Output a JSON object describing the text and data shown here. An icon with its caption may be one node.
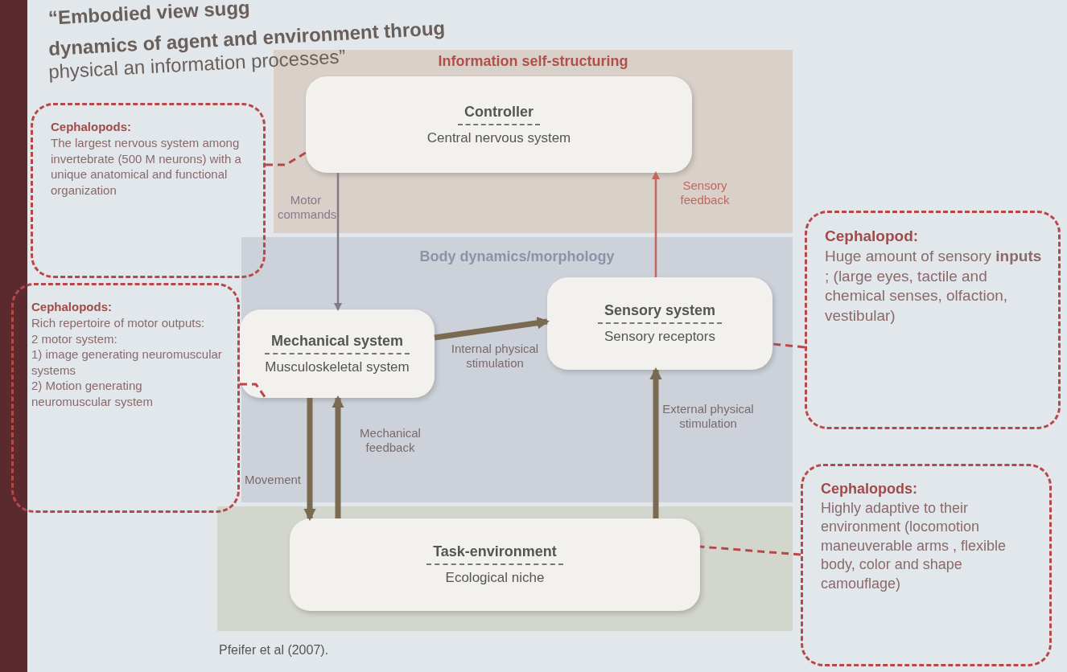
{
  "diagram": {
    "caption": "Pfeifer et al (2007).",
    "nodes": [
      {
        "text": [
          "Information self-structuring"
        ]
      },
      {
        "text": [
          "Controller",
          "Central nervous system"
        ],
        "in": 0
      },
      {
        "text": [
          "Body dynamics/morphology"
        ]
      },
      {
        "text": [
          "Mechanical system",
          "Musculoskeletal system"
        ],
        "in": 2
      },
      {
        "text": [
          "Sensory system",
          "Sensory receptors"
        ],
        "in": 2
      },
      {
        "text": [],
        "shape": "box"
      },
      {
        "text": [
          "Task-environment",
          "Ecological niche"
        ],
        "in": 5
      },
      {
        "text": [
          "Cephalopods:",
          "The largest nervous system among invertebrate (500 M neurons) with a unique anatomical and functional organization"
        ]
      },
      {
        "text": [
          "Cephalopods:",
          "Rich repertoire of motor outputs:",
          "2 motor system:",
          "1) image generating neuromuscular systems",
          "2) Motion generating neuromuscular system"
        ]
      },
      {
        "text": [
          "Cephalopod:",
          "Huge amount of sensory **inputs** ; (large eyes, tactile and chemical senses, olfaction, vestibular)"
        ]
      },
      {
        "text": [
          "Cephalopods:",
          "Highly adaptive to their environment (locomotion maneuverable arms , flexible body, color and shape camouflage)"
        ]
      }
    ],
    "edges": [
      {
        "from": 1,
        "to": 3,
        "arrow": "to",
        "label": "Motor commands",
        "color": "#857a8a"
      },
      {
        "from": 3,
        "to": 4,
        "arrow": "to",
        "label": "Internal physical stimulation",
        "style": "thick"
      },
      {
        "from": 4,
        "to": 1,
        "arrow": "to",
        "label": "Sensory feedback",
        "color": "#c2665e"
      },
      {
        "from": 3,
        "to": 6,
        "arrow": "to",
        "label": "Movement",
        "style": "thick"
      },
      {
        "from": 6,
        "to": 3,
        "arrow": "to",
        "label": "Mechanical feedback",
        "style": "thick"
      },
      {
        "from": 6,
        "to": 4,
        "arrow": "to",
        "label": "External physical stimulation",
        "style": "thick"
      },
      {
        "from": 7,
        "to": 1,
        "arrow": "none",
        "style": "dashed",
        "color": "#b8474a"
      },
      {
        "from": 8,
        "to": 3,
        "arrow": "none",
        "style": "dashed",
        "color": "#b8474a"
      },
      {
        "from": 9,
        "to": 4,
        "arrow": "none",
        "style": "dashed",
        "color": "#b8474a"
      },
      {
        "from": 10,
        "to": 6,
        "arrow": "none",
        "style": "dashed",
        "color": "#b8474a"
      }
    ],
    "labels": [
      "“Embodied view sugg",
      "dynamics of agent and environment throug",
      "physical an information processes”"
    ]
  }
}
